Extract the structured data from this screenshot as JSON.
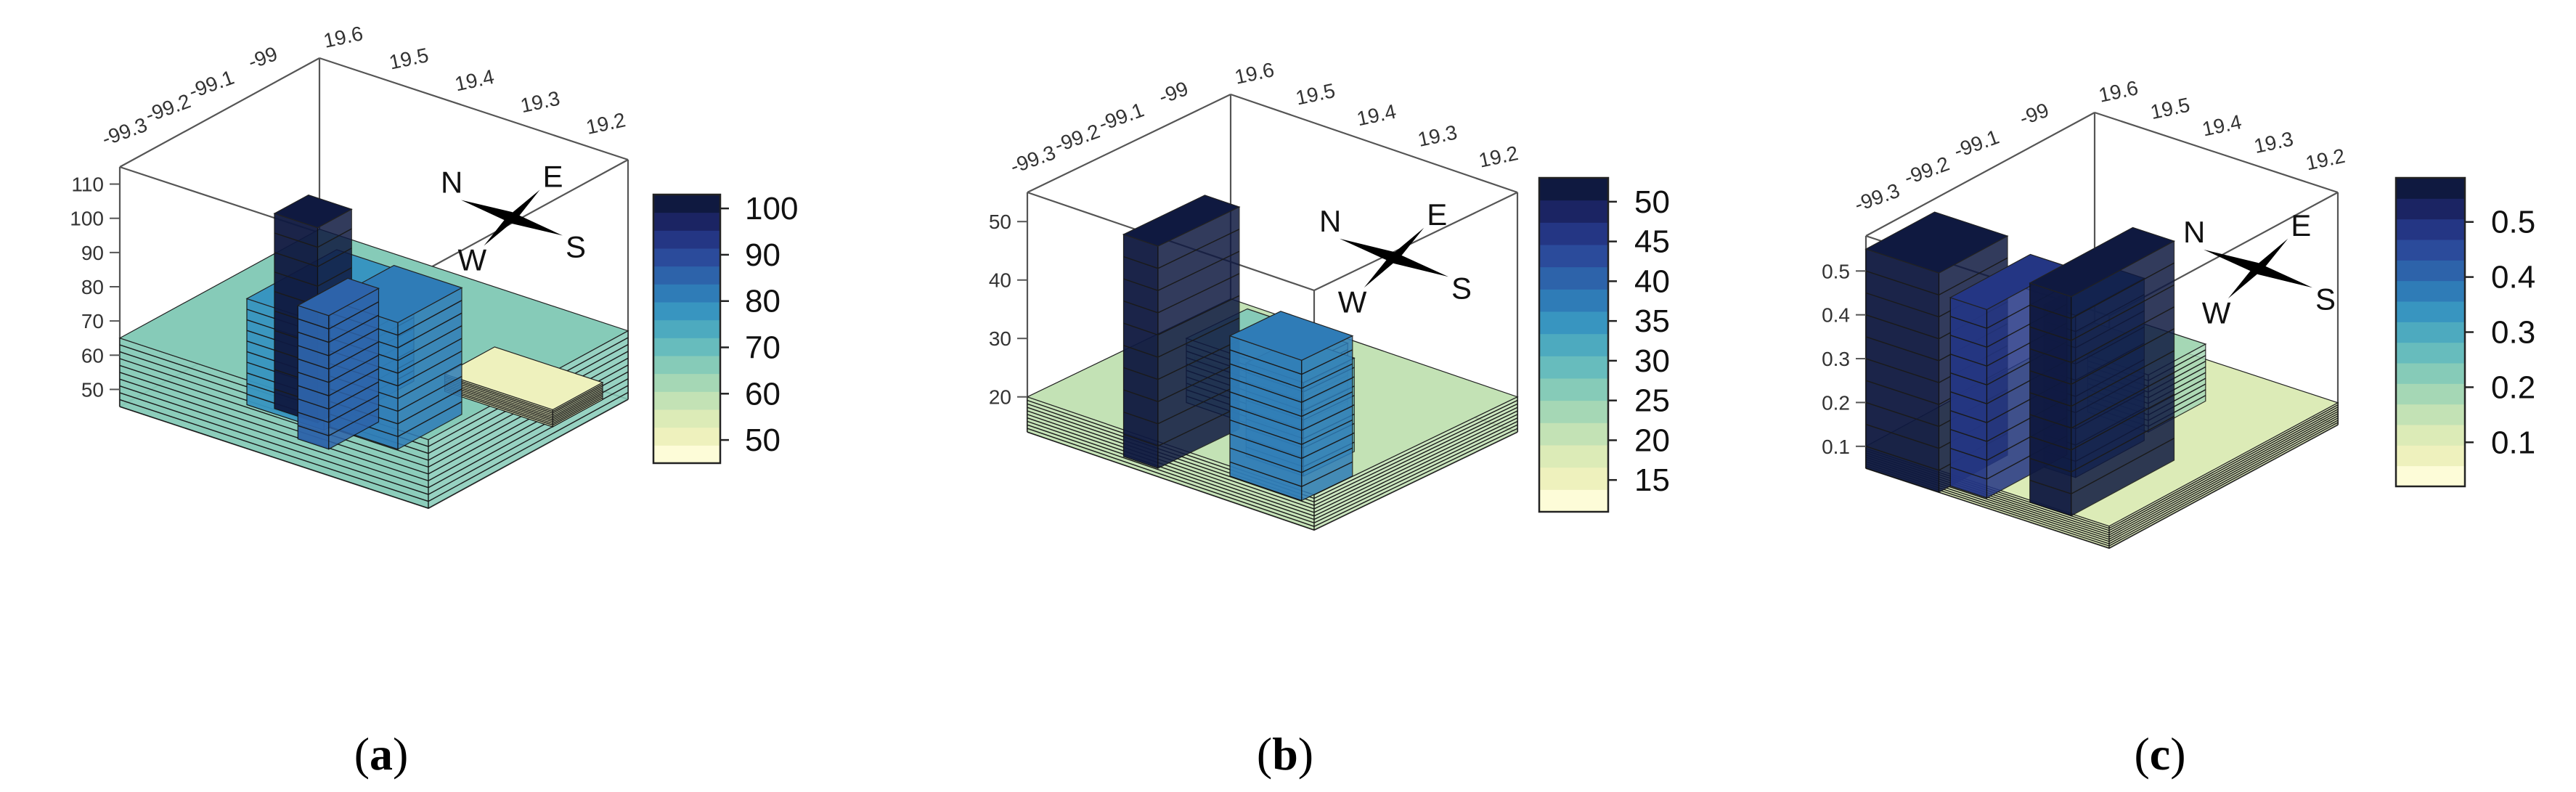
{
  "panels": [
    {
      "caption": {
        "open": "(",
        "letter": "a",
        "close": ")"
      },
      "compass": {
        "n": "N",
        "e": "E",
        "s": "S",
        "w": "W"
      },
      "chart_data": {
        "type": "3d-bar",
        "x_ticks": [
          "-99.3",
          "-99.2",
          "-99.1",
          "-99"
        ],
        "y_ticks": [
          "19.6",
          "19.5",
          "19.4",
          "19.3",
          "19.2"
        ],
        "z_ticks": [
          "50",
          "60",
          "70",
          "80",
          "90",
          "100",
          "110"
        ],
        "zlim": [
          45,
          115
        ],
        "colorbar": {
          "ticks": [
            "50",
            "60",
            "70",
            "80",
            "90",
            "100"
          ],
          "range": [
            45,
            103
          ]
        },
        "colors": [
          "#fdfcd8",
          "#eef1bd",
          "#dcebb7",
          "#c3e2b5",
          "#a5d7b5",
          "#86cbb8",
          "#67bcbd",
          "#4daabf",
          "#3895c0",
          "#2f7cb7",
          "#2d63aa",
          "#2b4b9b",
          "#243684",
          "#1b2463",
          "#0f1940"
        ],
        "floor_value": 65,
        "blocks": [
          {
            "u0": 0.0,
            "u1": 1.0,
            "v0": 0.0,
            "v1": 1.0,
            "value": 65
          },
          {
            "u0": 0.25,
            "u1": 0.5,
            "v0": 0.3,
            "v1": 0.75,
            "value": 76
          },
          {
            "u0": 0.32,
            "u1": 0.46,
            "v0": 0.55,
            "v1": 0.72,
            "value": 102
          },
          {
            "u0": 0.5,
            "u1": 0.72,
            "v0": 0.4,
            "v1": 0.72,
            "value": 82
          },
          {
            "u0": 0.48,
            "u1": 0.58,
            "v0": 0.6,
            "v1": 0.85,
            "value": 84
          },
          {
            "u0": 0.6,
            "u1": 0.95,
            "v0": 0.05,
            "v1": 0.3,
            "value": 50
          }
        ]
      }
    },
    {
      "caption": {
        "open": "(",
        "letter": "b",
        "close": ")"
      },
      "compass": {
        "n": "N",
        "e": "E",
        "s": "S",
        "w": "W"
      },
      "chart_data": {
        "type": "3d-bar",
        "x_ticks": [
          "-99.3",
          "-99.2",
          "-99.1",
          "-99"
        ],
        "y_ticks": [
          "19.6",
          "19.5",
          "19.4",
          "19.3",
          "19.2"
        ],
        "z_ticks": [
          "20",
          "30",
          "40",
          "50"
        ],
        "zlim": [
          14,
          55
        ],
        "colorbar": {
          "ticks": [
            "15",
            "20",
            "25",
            "30",
            "35",
            "40",
            "45",
            "50"
          ],
          "range": [
            11,
            53
          ]
        },
        "colors": [
          "#fdfcd8",
          "#eef1bd",
          "#dcebb7",
          "#c3e2b5",
          "#a5d7b5",
          "#86cbb8",
          "#67bcbd",
          "#4daabf",
          "#3895c0",
          "#2f7cb7",
          "#2d63aa",
          "#2b4b9b",
          "#243684",
          "#1b2463",
          "#0f1940"
        ],
        "floor_value": 20,
        "blocks": [
          {
            "u0": 0.0,
            "u1": 1.0,
            "v0": 0.0,
            "v1": 1.0,
            "value": 20
          },
          {
            "u0": 0.2,
            "u1": 0.55,
            "v0": 0.2,
            "v1": 0.5,
            "value": 25
          },
          {
            "u0": 0.3,
            "u1": 0.42,
            "v0": 0.55,
            "v1": 0.95,
            "value": 52
          },
          {
            "u0": 0.55,
            "u1": 0.75,
            "v0": 0.45,
            "v1": 0.7,
            "value": 30
          },
          {
            "u0": 0.6,
            "u1": 0.85,
            "v0": 0.6,
            "v1": 0.85,
            "value": 38
          },
          {
            "u0": 0.05,
            "u1": 0.2,
            "v0": 0.0,
            "v1": 0.25,
            "value": 15
          }
        ]
      }
    },
    {
      "caption": {
        "open": "(",
        "letter": "c",
        "close": ")"
      },
      "compass": {
        "n": "N",
        "e": "E",
        "s": "S",
        "w": "W"
      },
      "chart_data": {
        "type": "3d-bar",
        "x_ticks": [
          "-99.3",
          "-99.2",
          "-99.1",
          "-99"
        ],
        "y_ticks": [
          "19.6",
          "19.5",
          "19.4",
          "19.3",
          "19.2"
        ],
        "z_ticks": [
          "0.1",
          "0.2",
          "0.3",
          "0.4",
          "0.5"
        ],
        "zlim": [
          0.05,
          0.58
        ],
        "colorbar": {
          "ticks": [
            "0.1",
            "0.2",
            "0.3",
            "0.4",
            "0.5"
          ],
          "range": [
            0.02,
            0.58
          ]
        },
        "colors": [
          "#fdfcd8",
          "#eef1bd",
          "#dcebb7",
          "#c3e2b5",
          "#a5d7b5",
          "#86cbb8",
          "#67bcbd",
          "#4daabf",
          "#3895c0",
          "#2f7cb7",
          "#2d63aa",
          "#2b4b9b",
          "#243684",
          "#1b2463",
          "#0f1940"
        ],
        "floor_value": 0.1,
        "blocks": [
          {
            "u0": 0.0,
            "u1": 1.0,
            "v0": 0.0,
            "v1": 1.0,
            "value": 0.1
          },
          {
            "u0": 0.0,
            "u1": 0.3,
            "v0": 0.7,
            "v1": 1.0,
            "value": 0.55
          },
          {
            "u0": 0.3,
            "u1": 0.45,
            "v0": 0.6,
            "v1": 0.95,
            "value": 0.48
          },
          {
            "u0": 0.45,
            "u1": 0.58,
            "v0": 0.4,
            "v1": 0.7,
            "value": 0.42
          },
          {
            "u0": 0.58,
            "u1": 0.75,
            "v0": 0.45,
            "v1": 0.9,
            "value": 0.55
          },
          {
            "u0": 0.3,
            "u1": 0.55,
            "v0": 0.1,
            "v1": 0.35,
            "value": 0.18
          }
        ]
      }
    }
  ]
}
